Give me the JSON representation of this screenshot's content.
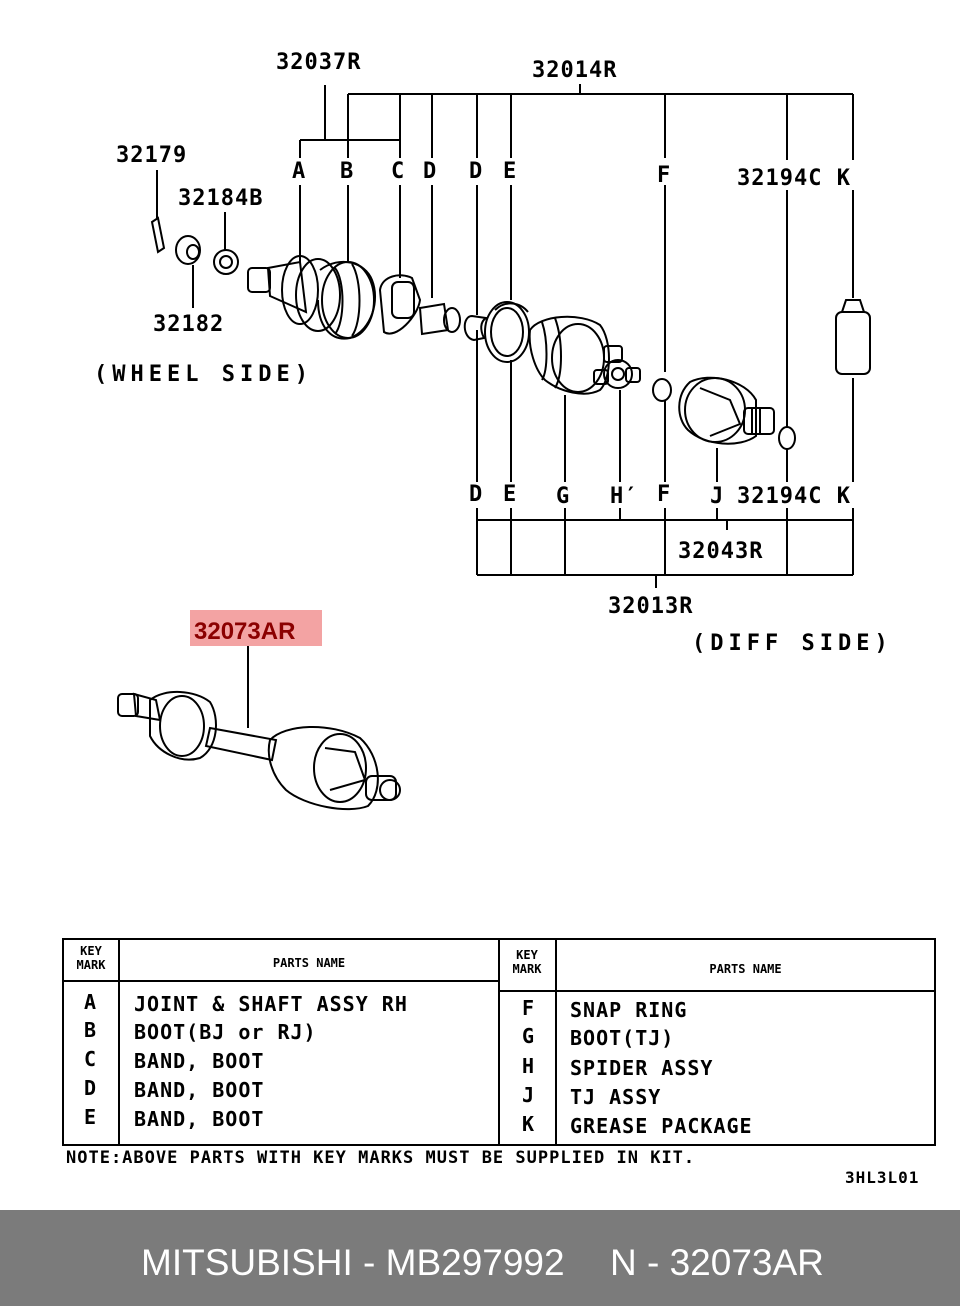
{
  "diagram": {
    "part_numbers": {
      "p32037R": "32037R",
      "p32014R": "32014R",
      "p32179": "32179",
      "p32184B": "32184B",
      "p32182": "32182",
      "p32194CK_top": "32194C K",
      "p32194CK_bottom": "32194C K",
      "p32043R": "32043R",
      "p32013R": "32013R",
      "p32073AR": "32073AR"
    },
    "top_key_letters": [
      "A",
      "B",
      "C",
      "D",
      "D",
      "E",
      "F"
    ],
    "bottom_key_letters": [
      "D",
      "E",
      "G",
      "H′",
      "F",
      "J"
    ],
    "wheel_side": "(WHEEL SIDE)",
    "diff_side": "(DIFF SIDE)",
    "highlight_color": "#f3a3a3"
  },
  "table": {
    "left_header": {
      "key_mark": "KEY MARK",
      "parts_name": "PARTS NAME"
    },
    "right_header": {
      "key_mark": "KEY MARK",
      "parts_name": "PARTS NAME"
    },
    "left_rows": [
      {
        "mark": "A",
        "name": "JOINT & SHAFT ASSY RH"
      },
      {
        "mark": "B",
        "name": "BOOT(BJ or RJ)"
      },
      {
        "mark": "C",
        "name": "BAND, BOOT"
      },
      {
        "mark": "D",
        "name": "BAND, BOOT"
      },
      {
        "mark": "E",
        "name": "BAND, BOOT"
      }
    ],
    "right_rows": [
      {
        "mark": "F",
        "name": "SNAP RING"
      },
      {
        "mark": "G",
        "name": "BOOT(TJ)"
      },
      {
        "mark": "H",
        "name": "SPIDER ASSY"
      },
      {
        "mark": "J",
        "name": "TJ ASSY"
      },
      {
        "mark": "K",
        "name": "GREASE PACKAGE"
      }
    ]
  },
  "note": "NOTE:ABOVE PARTS WITH KEY MARKS MUST BE SUPPLIED IN KIT.",
  "diagram_code": "3HL3L01",
  "footer": {
    "brand_part": "MITSUBISHI - MB297992",
    "ref": "N - 32073AR",
    "background": "#7b7b7b"
  }
}
